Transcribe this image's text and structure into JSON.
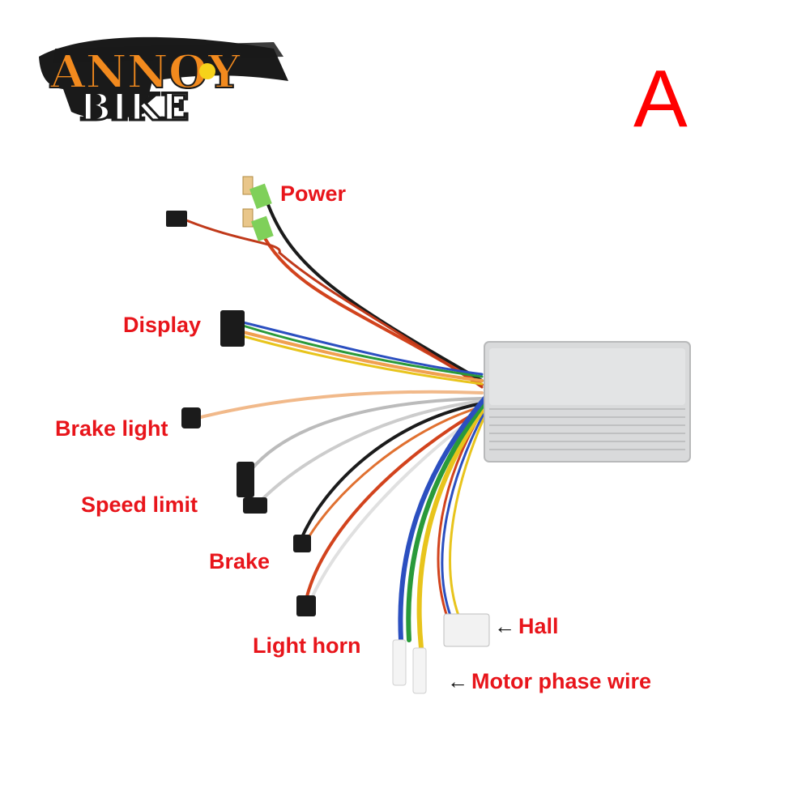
{
  "logo": {
    "line1": "ANNOY",
    "line2": "BIKE"
  },
  "variant_letter": "A",
  "labels": {
    "power": "Power",
    "display": "Display",
    "brake_light": "Brake light",
    "speed_limit": "Speed limit",
    "brake": "Brake",
    "light_horn": "Light horn",
    "hall": "Hall",
    "motor_phase_wire": "Motor phase wire"
  },
  "arrow_glyph": "←",
  "colors": {
    "label_red": "#e8151b",
    "controller_body": "#d9dadb",
    "logo_orange": "#f28a1e",
    "logo_yellow": "#f6d21a"
  }
}
